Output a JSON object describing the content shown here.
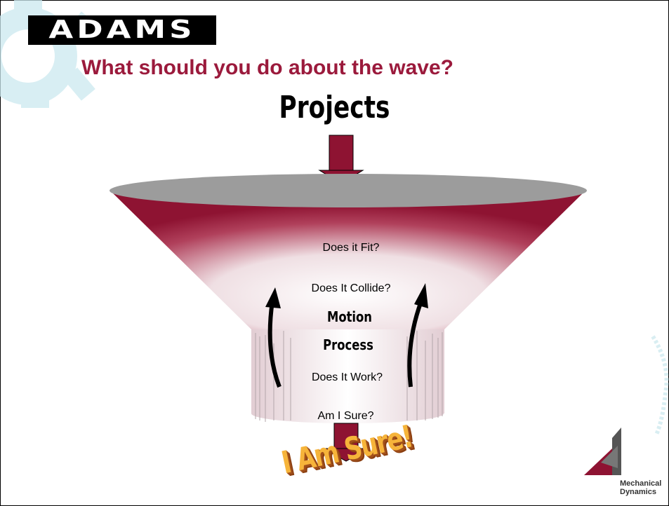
{
  "logo": {
    "text": "ADAMS"
  },
  "slide": {
    "title": "What should you do about the wave?",
    "projects_label": "Projects"
  },
  "funnel": {
    "questions": [
      "Does it Fit?",
      "Does It Collide?",
      "Does It Work?",
      "Am I Sure?"
    ],
    "motion_label": "Motion",
    "process_label": "Process"
  },
  "output": {
    "label": "I Am Sure!"
  },
  "brand": {
    "line1": "Mechanical",
    "line2": "Dynamics"
  },
  "colors": {
    "accent": "#9b1a3c",
    "funnel_rim": "#9c9c9c",
    "arrow": "#8e1332",
    "output_text": "#f6b43a"
  }
}
